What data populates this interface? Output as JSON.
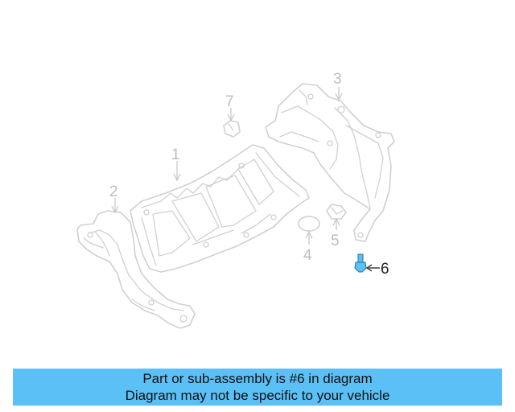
{
  "callouts": {
    "c1": "1",
    "c2": "2",
    "c3": "3",
    "c4": "4",
    "c5": "5",
    "c6": "6",
    "c7": "7"
  },
  "highlight": {
    "part": "6",
    "color": "#5bc0f6"
  },
  "banner": {
    "line1": "Part or sub-assembly is #6 in diagram",
    "line2": "Diagram may not be specific to your vehicle",
    "color": "#5bc0f6"
  }
}
